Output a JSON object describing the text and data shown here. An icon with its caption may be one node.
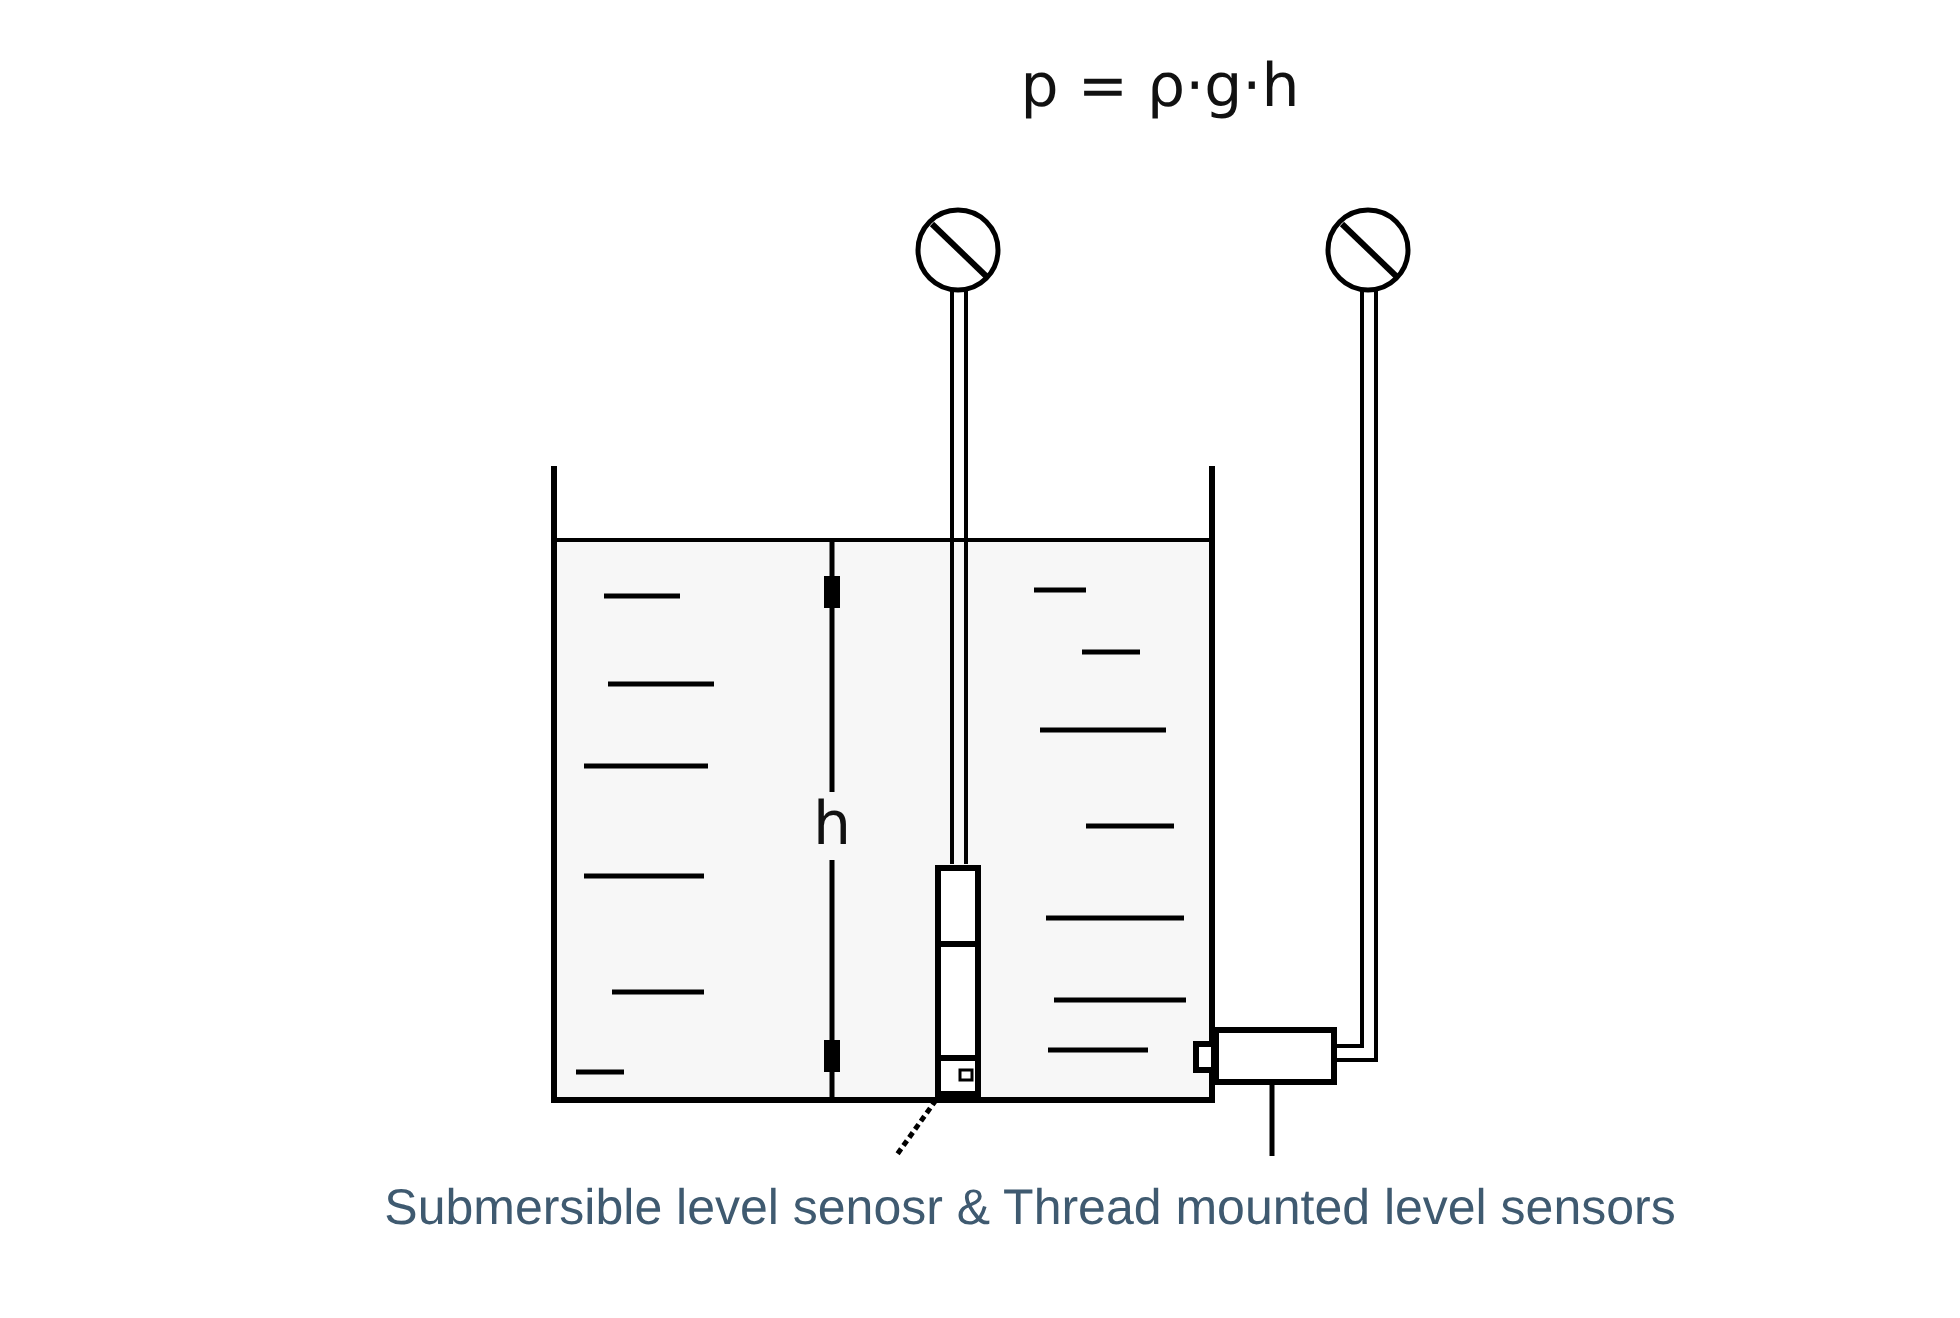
{
  "diagram": {
    "caption": "Submersible level senosr & Thread mounted level sensors",
    "labels": [
      "p = ρ·g·h",
      "h"
    ]
  }
}
